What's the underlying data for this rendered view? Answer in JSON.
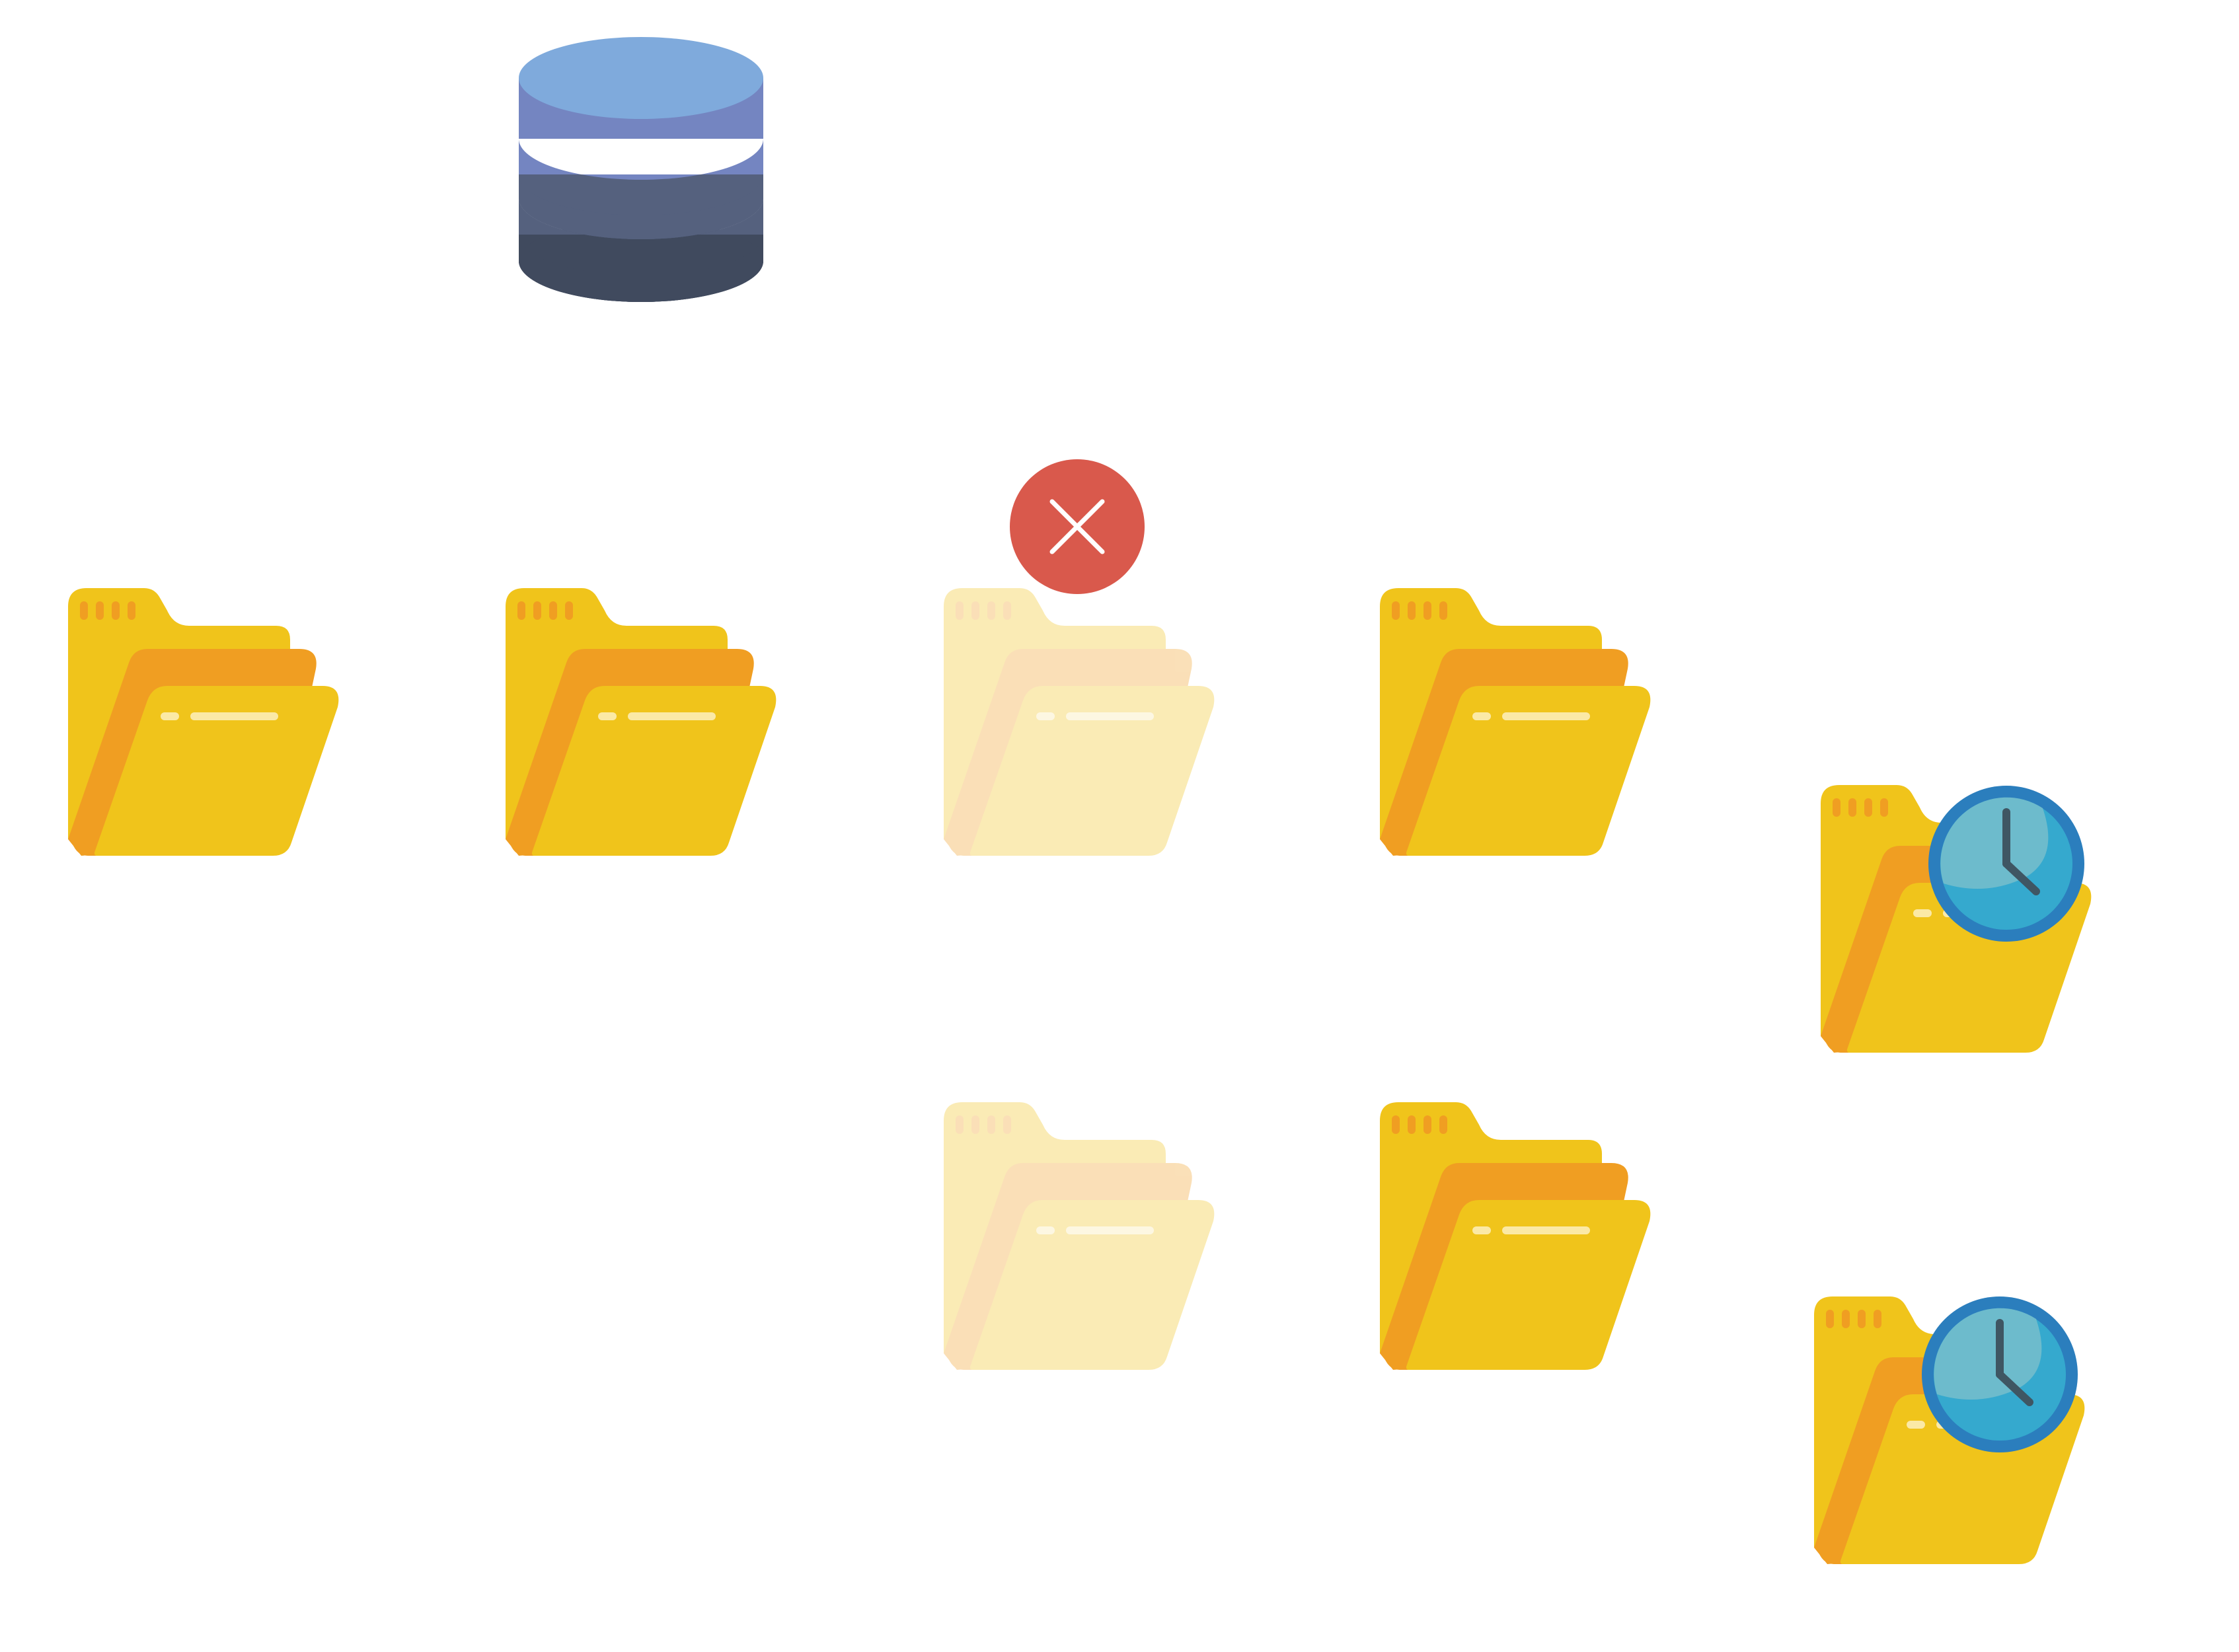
{
  "diagram": {
    "database": {
      "icon": "database-icon"
    },
    "folders": [
      {
        "id": "folder-1",
        "icon": "folder-open-icon",
        "state": "normal",
        "badge": null
      },
      {
        "id": "folder-2",
        "icon": "folder-open-icon",
        "state": "normal",
        "badge": null
      },
      {
        "id": "folder-3",
        "icon": "folder-open-icon",
        "state": "deleted",
        "badge": "error-x-icon"
      },
      {
        "id": "folder-4",
        "icon": "folder-open-icon",
        "state": "normal",
        "badge": null
      },
      {
        "id": "folder-5",
        "icon": "folder-open-icon",
        "state": "scheduled",
        "badge": "clock-icon"
      },
      {
        "id": "folder-6",
        "icon": "folder-open-icon",
        "state": "faded",
        "badge": null
      },
      {
        "id": "folder-7",
        "icon": "folder-open-icon",
        "state": "normal",
        "badge": null
      },
      {
        "id": "folder-8",
        "icon": "folder-open-icon",
        "state": "scheduled",
        "badge": "clock-icon"
      }
    ],
    "colors": {
      "folder_back": "#F0C41B",
      "folder_middle": "#F09E22",
      "folder_front": "#F0C41B",
      "folder_tab_marks": "#F09E22",
      "folder_line": "#FBE9A6",
      "db_top": "#7FAADC",
      "db_layer_2": "#7485C1",
      "db_layer_3": "#55617E",
      "db_layer_4": "#404A5E",
      "error_badge": "#D9594C",
      "clock_ring": "#2B7EBD",
      "clock_face": "#35A9CE",
      "clock_highlight": "#6DBBCC",
      "clock_hands": "#3F5663"
    }
  }
}
